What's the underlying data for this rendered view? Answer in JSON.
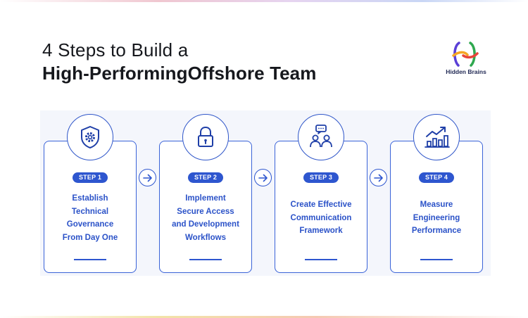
{
  "title": {
    "line1": "4 Steps to Build a",
    "line2": "High-PerformingOffshore Team"
  },
  "logo": {
    "text": "Hidden Brains",
    "icon": "hb-logo-icon"
  },
  "colors": {
    "accent": "#2e56cf",
    "text_dark": "#16181d",
    "band": "#f4f6fc"
  },
  "steps": [
    {
      "badge": "STEP 1",
      "icon": "shield-gear-icon",
      "lines": [
        "Establish",
        "Technical",
        "Governance",
        "From Day One"
      ]
    },
    {
      "badge": "STEP 2",
      "icon": "padlock-icon",
      "lines": [
        "Implement",
        "Secure Access",
        "and Development",
        "Workflows"
      ]
    },
    {
      "badge": "STEP 3",
      "icon": "people-chat-icon",
      "lines": [
        "Create Effective",
        "Communication",
        "Framework"
      ]
    },
    {
      "badge": "STEP 4",
      "icon": "growth-chart-icon",
      "lines": [
        "Measure",
        "Engineering",
        "Performance"
      ]
    }
  ]
}
